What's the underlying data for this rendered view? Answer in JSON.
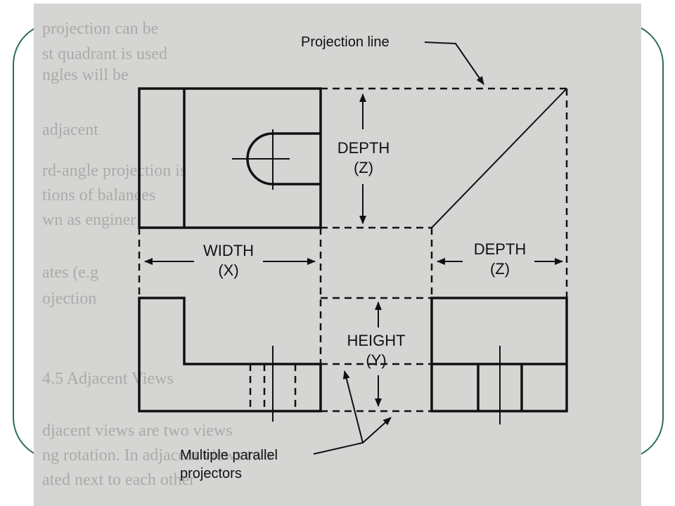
{
  "figure": {
    "callouts": {
      "projection_line": "Projection line",
      "parallel_projectors": [
        "Multiple parallel",
        "projectors"
      ]
    },
    "dimensions": {
      "depth_top": [
        "DEPTH",
        "(Z)"
      ],
      "depth_right": [
        "DEPTH",
        "(Z)"
      ],
      "width": [
        "WIDTH",
        "(X)"
      ],
      "height": [
        "HEIGHT",
        "(Y)"
      ]
    },
    "background_text": [
      "projection can be",
      "st quadrant is used",
      "ngles will be",
      "adjacent",
      "rd-angle projection is",
      "tions of balances",
      "wn as enginer",
      "ates (e.g",
      "ojection",
      "4.5 Adjacent Views",
      "djacent views are two views",
      "ng rotation. In adjacent views two",
      "ated next to each other"
    ],
    "colors": {
      "frame": "#2e6b63",
      "scan_background": "#d5d5d3",
      "ink": "#111111"
    }
  }
}
